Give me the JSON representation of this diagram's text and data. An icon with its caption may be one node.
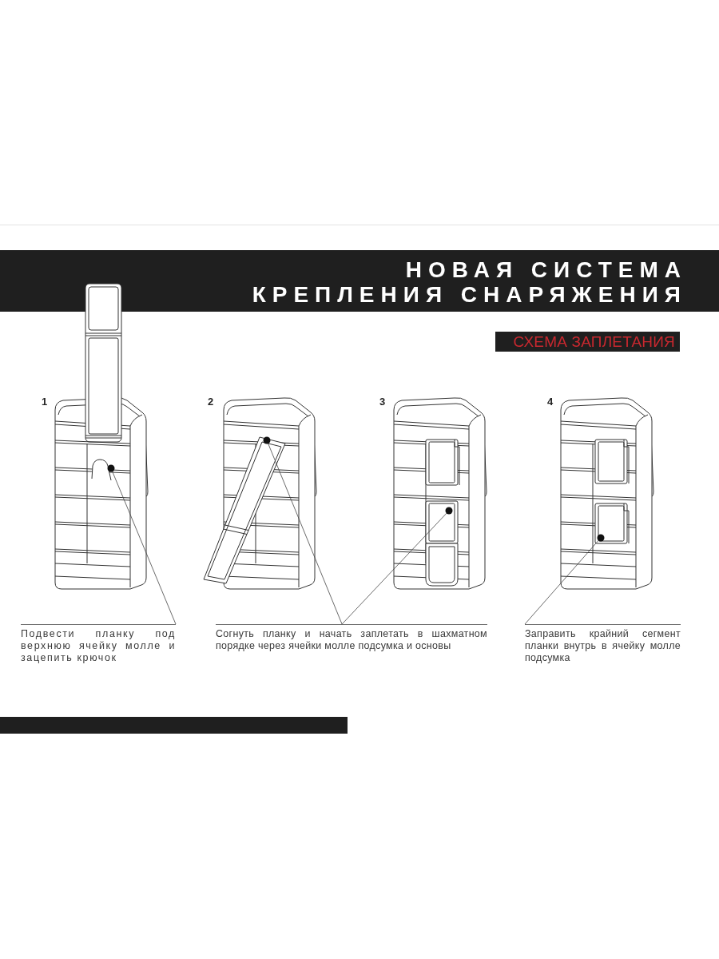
{
  "diagram": {
    "title": "НОВАЯ СИСТЕМА КРЕПЛЕНИЯ СНАРЯЖЕНИЯ",
    "nodes": [
      {
        "text": [
          "СХЕМА ЗАПЛЕТАНИЯ"
        ]
      },
      {
        "text": [],
        "shape": "picture",
        "beside": [
          "1"
        ]
      },
      {
        "text": [],
        "shape": "circle",
        "in": 1
      },
      {
        "text": [],
        "shape": "picture",
        "beside": [
          "2"
        ]
      },
      {
        "text": [],
        "shape": "circle",
        "in": 3
      },
      {
        "text": [],
        "shape": "picture",
        "beside": [
          "3"
        ]
      },
      {
        "text": [],
        "shape": "circle",
        "in": 5
      },
      {
        "text": [],
        "shape": "picture",
        "beside": [
          "4"
        ]
      },
      {
        "text": [],
        "shape": "circle",
        "in": 7
      },
      {
        "text": [
          "Подвести планку под верхнюю ячейку молле и зацепить крючок"
        ]
      },
      {
        "text": [
          "Согнуть планку и начать заплетать в шахматном порядке через ячейки молле подсумка и основы"
        ]
      },
      {
        "text": [
          "Заправить крайний сегмент планки внутрь в ячейку молле подсумка"
        ]
      }
    ],
    "edges": [
      {
        "from": 9,
        "to": 2,
        "arrow": "none"
      },
      {
        "from": 10,
        "to": 4,
        "arrow": "none"
      },
      {
        "from": 10,
        "to": 6,
        "arrow": "none"
      },
      {
        "from": 11,
        "to": 8,
        "arrow": "none"
      }
    ]
  }
}
